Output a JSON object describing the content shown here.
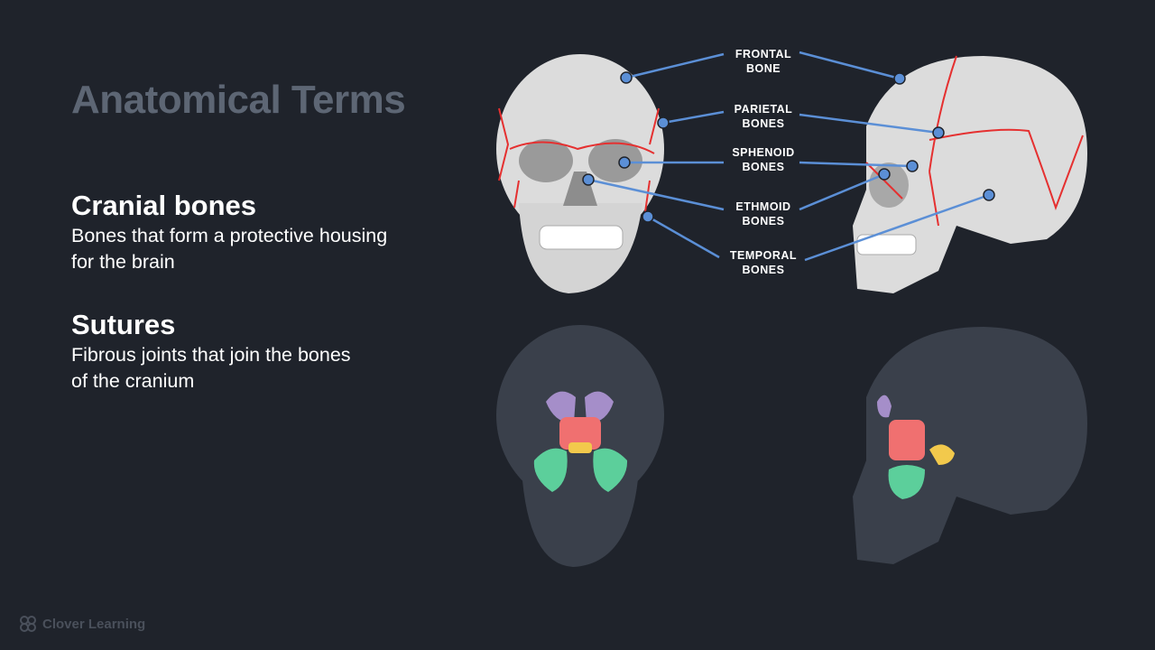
{
  "slide": {
    "title": "Anatomical Terms"
  },
  "sections": [
    {
      "heading": "Cranial bones",
      "text_line1": "Bones that form a protective housing",
      "text_line2": "for the brain"
    },
    {
      "heading": "Sutures",
      "text_line1": "Fibrous joints that join the bones",
      "text_line2": "of the cranium"
    }
  ],
  "labels": [
    {
      "line1": "FRONTAL",
      "line2": "BONE"
    },
    {
      "line1": "PARIETAL",
      "line2": "BONES"
    },
    {
      "line1": "SPHENOID",
      "line2": "BONES"
    },
    {
      "line1": "ETHMOID",
      "line2": "BONES"
    },
    {
      "line1": "TEMPORAL",
      "line2": "BONES"
    }
  ],
  "colors": {
    "background": "#1f232b",
    "pointer": "#5b8fd6",
    "suture": "#e53030",
    "bone": "#dcdcdc",
    "dark_skull": "#3a404b",
    "frontal_sinus": "#a58ec9",
    "ethmoid_sinus": "#f07070",
    "sphenoid_sinus": "#f2c94c",
    "maxillary_sinus": "#5ccf9b"
  },
  "footer": {
    "logo_text": "Clover Learning"
  }
}
